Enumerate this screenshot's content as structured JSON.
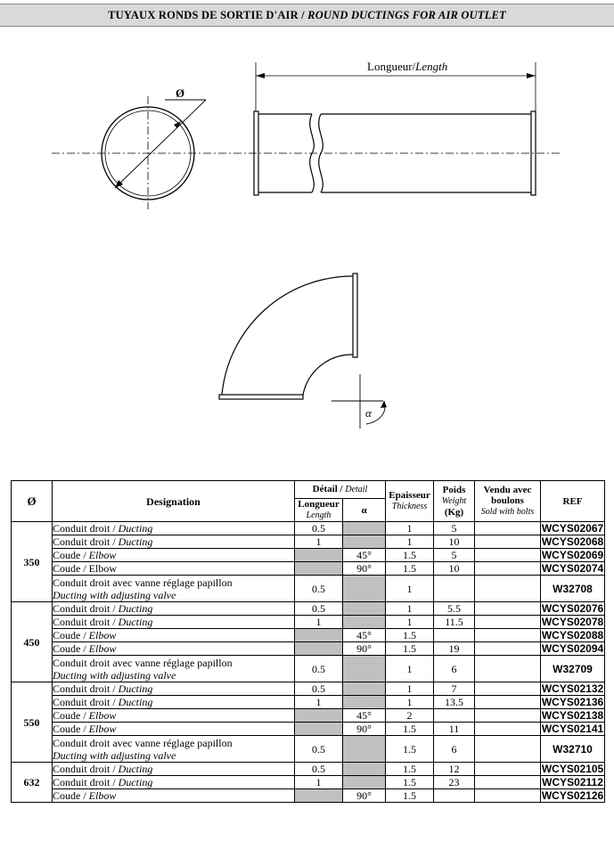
{
  "header": {
    "title_fr": "TUYAUX RONDS DE SORTIE D'AIR / ",
    "title_en": "ROUND DUCTINGS FOR AIR OUTLET"
  },
  "drawing": {
    "diameter_symbol": "Ø",
    "length_label_fr": "Longueur/",
    "length_label_en": "Length",
    "angle_symbol": "α"
  },
  "table": {
    "headers": {
      "diameter": "Ø",
      "designation": "Designation",
      "detail_fr": "Détail / ",
      "detail_en": "Detail",
      "length_fr": "Longueur",
      "length_en": "Length",
      "alpha": "α",
      "thickness_fr": "Epaisseur",
      "thickness_en": "Thickness",
      "weight_fr": "Poids",
      "weight_en": "Weight",
      "weight_unit": "(Kg)",
      "sold_fr": "Vendu avec boulons",
      "sold_en": "Sold with bolts",
      "ref": "REF"
    },
    "groups": [
      {
        "diameter": "350",
        "rows": [
          {
            "fr": "Conduit droit / ",
            "en": "Ducting",
            "length": "0.5",
            "alpha": "",
            "thickness": "1",
            "weight": "5",
            "sold": "",
            "ref": "WCYS02067",
            "two_line": false
          },
          {
            "fr": "Conduit droit / ",
            "en": "Ducting",
            "length": "1",
            "alpha": "",
            "thickness": "1",
            "weight": "10",
            "sold": "",
            "ref": "WCYS02068",
            "two_line": false
          },
          {
            "fr": "Coude / ",
            "en": "Elbow",
            "length": "",
            "alpha": "45°",
            "thickness": "1.5",
            "weight": "5",
            "sold": "",
            "ref": "WCYS02069",
            "two_line": false
          },
          {
            "fr": "Coude / Elbow",
            "en": "",
            "length": "",
            "alpha": "90°",
            "thickness": "1.5",
            "weight": "10",
            "sold": "",
            "ref": "WCYS02074",
            "two_line": false
          },
          {
            "fr": "Conduit droit avec vanne réglage papillon",
            "en": "Ducting with adjusting valve",
            "length": "0.5",
            "alpha": "",
            "thickness": "1",
            "weight": "",
            "sold": "",
            "ref": "W32708",
            "two_line": true
          }
        ]
      },
      {
        "diameter": "450",
        "rows": [
          {
            "fr": "Conduit droit / ",
            "en": "Ducting",
            "length": "0.5",
            "alpha": "",
            "thickness": "1",
            "weight": "5.5",
            "sold": "",
            "ref": "WCYS02076",
            "two_line": false
          },
          {
            "fr": "Conduit droit / ",
            "en": "Ducting",
            "length": "1",
            "alpha": "",
            "thickness": "1",
            "weight": "11.5",
            "sold": "",
            "ref": "WCYS02078",
            "two_line": false
          },
          {
            "fr": "Coude / ",
            "en": "Elbow",
            "length": "",
            "alpha": "45°",
            "thickness": "1.5",
            "weight": "",
            "sold": "",
            "ref": "WCYS02088",
            "two_line": false
          },
          {
            "fr": "Coude / ",
            "en": "Elbow",
            "length": "",
            "alpha": "90°",
            "thickness": "1.5",
            "weight": "19",
            "sold": "",
            "ref": "WCYS02094",
            "two_line": false
          },
          {
            "fr": "Conduit droit avec vanne réglage papillon",
            "en": "Ducting with adjusting valve",
            "length": "0.5",
            "alpha": "",
            "thickness": "1",
            "weight": "6",
            "sold": "",
            "ref": "W32709",
            "two_line": true
          }
        ]
      },
      {
        "diameter": "550",
        "rows": [
          {
            "fr": "Conduit droit / ",
            "en": "Ducting",
            "length": "0.5",
            "alpha": "",
            "thickness": "1",
            "weight": "7",
            "sold": "",
            "ref": "WCYS02132",
            "two_line": false
          },
          {
            "fr": "Conduit droit / ",
            "en": "Ducting",
            "length": "1",
            "alpha": "",
            "thickness": "1",
            "weight": "13.5",
            "sold": "",
            "ref": "WCYS02136",
            "two_line": false
          },
          {
            "fr": "Coude / ",
            "en": "Elbow",
            "length": "",
            "alpha": "45°",
            "thickness": "2",
            "weight": "",
            "sold": "",
            "ref": "WCYS02138",
            "two_line": false
          },
          {
            "fr": "Coude / ",
            "en": "Elbow",
            "length": "",
            "alpha": "90°",
            "thickness": "1.5",
            "weight": "11",
            "sold": "",
            "ref": "WCYS02141",
            "two_line": false
          },
          {
            "fr": "Conduit droit avec vanne réglage papillon",
            "en": "Ducting with adjusting valve",
            "length": "0.5",
            "alpha": "",
            "thickness": "1.5",
            "weight": "6",
            "sold": "",
            "ref": "W32710",
            "two_line": true
          }
        ]
      },
      {
        "diameter": "632",
        "rows": [
          {
            "fr": "Conduit droit / ",
            "en": "Ducting",
            "length": "0.5",
            "alpha": "",
            "thickness": "1.5",
            "weight": "12",
            "sold": "",
            "ref": "WCYS02105",
            "two_line": false
          },
          {
            "fr": "Conduit droit / ",
            "en": "Ducting",
            "length": "1",
            "alpha": "",
            "thickness": "1.5",
            "weight": "23",
            "sold": "",
            "ref": "WCYS02112",
            "two_line": false
          },
          {
            "fr": "Coude / ",
            "en": "Elbow",
            "length": "",
            "alpha": "90°",
            "thickness": "1.5",
            "weight": "",
            "sold": "",
            "ref": "WCYS02126",
            "two_line": false
          }
        ]
      }
    ]
  },
  "colors": {
    "title_bg": "#d9d9d9",
    "grey_cell": "#c0c0c0"
  }
}
